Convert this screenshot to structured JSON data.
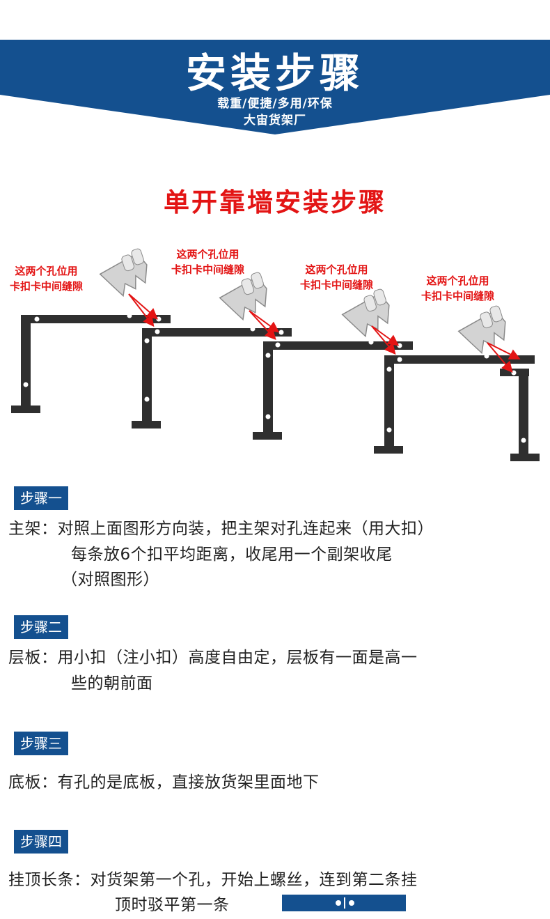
{
  "header": {
    "title": "安装步骤",
    "subtitle_1": "载重/便捷/多用/环保",
    "subtitle_2": "大宙货架厂",
    "color": "#14508f"
  },
  "section": {
    "title": "单开靠墙安装步骤",
    "color": "#e31414"
  },
  "diagram": {
    "callouts": [
      {
        "line1": "这两个孔位用",
        "line2": "卡扣卡中间缝隙"
      },
      {
        "line1": "这两个孔位用",
        "line2": "卡扣卡中间缝隙"
      },
      {
        "line1": "这两个孔位用",
        "line2": "卡扣卡中间缝隙"
      },
      {
        "line1": "这两个孔位用",
        "line2": "卡扣卡中间缝隙"
      }
    ],
    "frame_color": "#333333",
    "clip_color": "#c9c9c9"
  },
  "steps": [
    {
      "badge": "步骤一",
      "lines": [
        "主架：对照上面图形方向装，把主架对孔连起来（用大扣）",
        "每条放6个扣平均距离，收尾用一个副架收尾",
        "（对照图形）"
      ]
    },
    {
      "badge": "步骤二",
      "lines": [
        "层板：用小扣（注小扣）高度自由定，层板有一面是高一",
        "些的朝前面"
      ]
    },
    {
      "badge": "步骤三",
      "lines": [
        "底板：有孔的是底板，直接放货架里面地下"
      ]
    },
    {
      "badge": "步骤四",
      "lines": [
        "挂顶长条：对货架第一个孔，开始上螺丝，连到第二条挂",
        "顶时驳平第一条"
      ]
    }
  ]
}
